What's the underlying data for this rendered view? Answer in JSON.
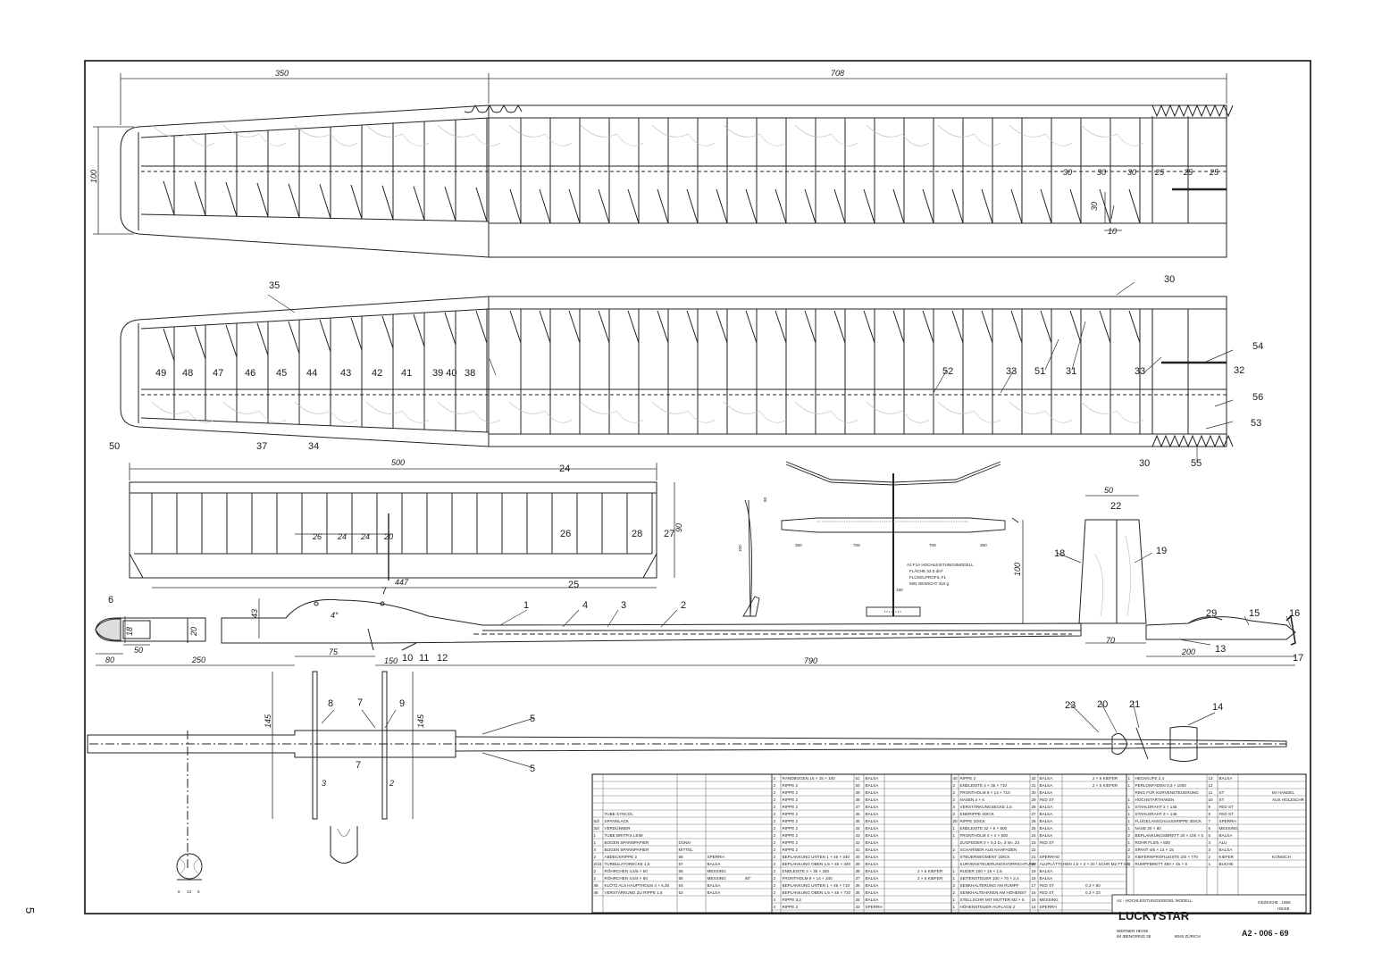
{
  "drawing": {
    "title": "LUCKYSTAR",
    "subtitle": "A2 - HOCHLEISTUNGSSEGEL MODELL",
    "number": "A2 - 006 - 69",
    "author_name": "WERNER HEISE",
    "author_street": "IM IBENGRIND 35",
    "author_city": "8046 ZÜRICH",
    "margin_page_number": "5",
    "scale_row": [
      "GEZEICH",
      "5 . 1969",
      "HEISE"
    ]
  },
  "dimensions": {
    "wing_inner": "350",
    "wing_outer": "708",
    "wing_chord": "100",
    "rib_spacing": [
      "30",
      "30",
      "30",
      "25",
      "25",
      "25"
    ],
    "tab_h": "30",
    "tab_w": "10",
    "stab_span": "500",
    "stab_chord": "90",
    "stab_spacing": [
      "26",
      "24",
      "24",
      "20"
    ],
    "stab_sub": "447",
    "fin_w": "50",
    "fin_h": "100",
    "fin_root": "70",
    "tail_len": "200",
    "nose_len": "80",
    "nose_box": "50",
    "nose_depth": "18",
    "nose_dia": "20",
    "front_len": "250",
    "mount_len": "75",
    "hook_len": "150",
    "fuselage_len": "790",
    "pylon_h": "43",
    "pylon_ang": "4°",
    "tongue_len": "145",
    "tongue_len2": "145",
    "tongue_t1": "3",
    "tongue_t2": "2",
    "section_dims": [
      "6",
      "13",
      "6"
    ],
    "small_span": [
      "350",
      "708",
      "708",
      "350"
    ],
    "small_span_tail": "180",
    "small_fuse": "100",
    "small_nose": "80"
  },
  "specs": {
    "heading": "A2 F1A HOCHLEISTUNGSMODELL",
    "lines": [
      "FLÄCHE   32.5 dm²",
      "FLÜGELPROFIL   F1",
      "MIN GEWICHT   410 g"
    ]
  },
  "part_labels": [
    "1",
    "2",
    "3",
    "4",
    "5",
    "5",
    "6",
    "7",
    "7",
    "7",
    "8",
    "9",
    "10",
    "11",
    "12",
    "13",
    "14",
    "15",
    "16",
    "17",
    "18",
    "19",
    "20",
    "21",
    "22",
    "23",
    "24",
    "25",
    "26",
    "27",
    "28",
    "29",
    "30",
    "30",
    "31",
    "32",
    "33",
    "33",
    "34",
    "35",
    "37",
    "38",
    "39 40",
    "41",
    "42",
    "43",
    "44",
    "45",
    "46",
    "47",
    "48",
    "49",
    "50",
    "51",
    "52",
    "53",
    "54",
    "55",
    "56",
    "57",
    "58"
  ],
  "parts_list": {
    "col1": [
      [
        "",
        "",
        "",
        ""
      ],
      [
        "",
        "",
        "",
        ""
      ],
      [
        "",
        "",
        "",
        ""
      ],
      [
        "",
        "",
        "",
        ""
      ],
      [
        "",
        "",
        "",
        ""
      ],
      [
        "",
        "TUBE SYNCOL",
        "",
        ""
      ],
      [
        "5dl",
        "SPANNLACK",
        "",
        ""
      ],
      [
        "3dl",
        "VERDÜNNER",
        "",
        ""
      ],
      [
        "1",
        "TUBE BRITFIX LEIM",
        "",
        ""
      ],
      [
        "1",
        "BOGEN SPANNPAPIER",
        "DÜNN",
        ""
      ],
      [
        "4",
        "BOGEN SPANNPAPIER",
        "MITTEL",
        ""
      ],
      [
        "2",
        "ABDECKRIPPE   2",
        "58",
        "SPERRH"
      ],
      [
        "2/16",
        "TURBULATORECKE  1,5",
        "57",
        "BALSA"
      ],
      [
        "2",
        "RÖHRCHEN 4,5/5 × 50",
        "56",
        "MESSING"
      ],
      [
        "2",
        "RÖHRCHEN 4,5/4 × 80",
        "55",
        "MESSING"
      ],
      [
        "48",
        "KLÖTZ ALS HAUPTHOLM 4 × 6,30",
        "54",
        "BALSA"
      ],
      [
        "48",
        "VERSTÄRKUNG  ZU RIPPE  1,5",
        "53",
        "BALSA"
      ]
    ],
    "col2": [
      [
        "2",
        "RANDBOGEN   15 × 15 × 100",
        "51",
        "BALSA"
      ],
      [
        "2",
        "RIPPE   2",
        "50",
        "BALSA"
      ],
      [
        "2",
        "RIPPE   2",
        "49",
        "BALSA"
      ],
      [
        "2",
        "RIPPE   2",
        "48",
        "BALSA"
      ],
      [
        "2",
        "RIPPE   2",
        "47",
        "BALSA"
      ],
      [
        "2",
        "RIPPE   2",
        "46",
        "BALSA"
      ],
      [
        "2",
        "RIPPE   2",
        "45",
        "BALSA"
      ],
      [
        "2",
        "RIPPE   2",
        "44",
        "BALSA"
      ],
      [
        "2",
        "RIPPE   2",
        "43",
        "BALSA"
      ],
      [
        "2",
        "RIPPE   2",
        "42",
        "BALSA"
      ],
      [
        "2",
        "RIPPE   2",
        "41",
        "BALSA"
      ],
      [
        "2",
        "BEPLANKUNG UNTEN  1 × 45 × 340",
        "40",
        "BALSA"
      ],
      [
        "2",
        "BEPLANKUNG OBEN  1,5 × 45 × 340",
        "39",
        "BALSA"
      ],
      [
        "2",
        "ENDLEISTE   4 × 35 × 340",
        "38",
        "BALSA"
      ],
      [
        "2",
        "FRONTHOLM   9 × 14 × 340",
        "37",
        "BALSA"
      ],
      [
        "2",
        "BEPLANKUNG UNTEN  1 × 45 × 710",
        "36",
        "BALSA"
      ],
      [
        "2",
        "BEPLANKUNG OBEN  1,5 × 45 × 710",
        "35",
        "BALSA"
      ],
      [
        "4",
        "RIPPE   3,2",
        "34",
        "BALSA"
      ],
      [
        "4",
        "RIPPE   3",
        "33",
        "SPERRH"
      ]
    ],
    "col2_extra": [
      "",
      "",
      "",
      "",
      "",
      "",
      "",
      "",
      "",
      "",
      "",
      "",
      "",
      "2 × 5 KIEFER",
      "2 × 5 KIEFER",
      "",
      "",
      "",
      ""
    ],
    "col3": [
      [
        "40",
        "RIPPE   2",
        "32",
        "BALSA"
      ],
      [
        "2",
        "ENDLEISTE  4 × 35 × 710",
        "31",
        "BALSA"
      ],
      [
        "2",
        "FRONTHOLM  9 × 14 × 710",
        "30",
        "BALSA"
      ],
      [
        "2",
        "NASEN  4 × 6",
        "29",
        "FED ST"
      ],
      [
        "4",
        "VERSTÄRKUNGSECKE  1,5",
        "28",
        "BALSA"
      ],
      [
        "2",
        "ENDRIPPE  4DICK",
        "27",
        "BALSA"
      ],
      [
        "20",
        "RIPPE  1DICK",
        "26",
        "BALSA"
      ],
      [
        "1",
        "ENDLEISTE  32 × 6 × 500",
        "25",
        "BALSA"
      ],
      [
        "1",
        "FRONTHOLM  4 × 4 × 500",
        "24",
        "BALSA"
      ],
      [
        "",
        "ZUGFEDER 0 × 0,3  D= 3  W= 23",
        "23",
        "FED ST"
      ],
      [
        "2",
        "SCHARNIER AUS NAHFADEN",
        "22",
        ""
      ],
      [
        "1",
        "STEUERSEGMENT  1DICK",
        "21",
        "SPERRHO"
      ],
      [
        "",
        "KURVENSTEUERUNGSVORRICHTUNG",
        "20",
        "ALUPLÄTTCHEN 1,5 × 3 × 20 / SCHR M2,TT MU"
      ],
      [
        "1",
        "RUDER  100 × 15 × 1,5",
        "19",
        "BALSA"
      ],
      [
        "1",
        "SEITENSTEUER  100 × 70 × 2,4",
        "18",
        "BALSA"
      ],
      [
        "2",
        "SENKHALTERUNG AM RUMPF",
        "17",
        "FED ST"
      ],
      [
        "2",
        "SENKHALTEHAKEN AM HOHENST",
        "16",
        "FED ST"
      ],
      [
        "1",
        "STELLSCHR MIT MUTTER  M2 × 5",
        "15",
        "MESSING"
      ],
      [
        "1",
        "HÖHENSTEUER-AUFLAGE 2",
        "14",
        "SPERRH"
      ]
    ],
    "col3_extra": [
      "",
      "",
      "",
      "",
      "",
      "",
      "",
      "",
      "",
      "",
      "",
      "",
      "",
      "",
      "",
      "0,3 × 50",
      "0,3 × 23",
      "",
      ""
    ],
    "col3_extra2": [
      "2 × 5 KIEFER",
      "2 × 5 KIEFER",
      "",
      "",
      "",
      "",
      "",
      "",
      "",
      "",
      "",
      "",
      "",
      "",
      "",
      "",
      "",
      "",
      ""
    ],
    "col4": [
      [
        "1",
        "HECKKUFE   2,4",
        "13",
        "BALSA"
      ],
      [
        "1",
        "PERLONFADEN  0,3 × 1000",
        "12",
        ""
      ],
      [
        "",
        "RING FÜR KURVENSTEUERUNG",
        "11",
        "ST"
      ],
      [
        "1",
        "HOCHSTARTHAKEN",
        "10",
        "ST"
      ],
      [
        "1",
        "STAHLDRAHT  2 × 145",
        "9",
        "FED ST"
      ],
      [
        "1",
        "STAHLDRAHT  3 × 145",
        "8",
        "FED ST"
      ],
      [
        "1",
        "FLÜGELANSCHLUSSRIPPE 3DICK",
        "7",
        "SPERRH"
      ],
      [
        "1",
        "NASE  30 × 80",
        "6",
        "MESSING"
      ],
      [
        "2",
        "BEPLANKUNGSBRETT 20 × 100 × 5",
        "5",
        "BALSA"
      ],
      [
        "1",
        "ROHR  FL0/5 × 500",
        "4",
        "ALU"
      ],
      [
        "2",
        "SPANT   4/6 × 14 × 15",
        "3",
        "BALSA"
      ],
      [
        "2",
        "KIEFERNPROFILEISTE 2/8 × 770",
        "2",
        "KIEFER"
      ],
      [
        "1",
        "RUMPFBRETT   450 × 45 × 8",
        "1",
        "BUCHE"
      ]
    ],
    "col4_notes": [
      "",
      "",
      "IM HANDEL",
      "AUS HOLZSCHR",
      "",
      "",
      "",
      "",
      "",
      "",
      "",
      "KONISCH",
      ""
    ],
    "col2_mark": [
      "",
      "",
      "",
      "",
      "",
      "",
      "",
      "",
      "",
      "",
      "",
      "",
      "",
      "",
      "60°",
      "",
      "",
      "",
      ""
    ]
  }
}
